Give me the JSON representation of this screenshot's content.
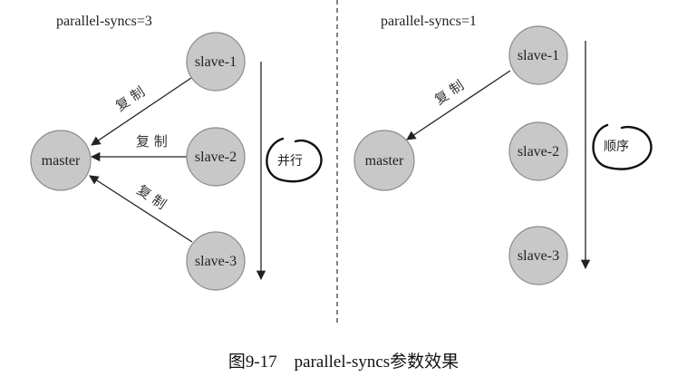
{
  "left_panel": {
    "heading": "parallel-syncs=3",
    "master_label": "master",
    "slave_labels": [
      "slave-1",
      "slave-2",
      "slave-3"
    ],
    "edge_labels": [
      "复 制",
      "复 制",
      "复 制"
    ],
    "mode_label": "并行"
  },
  "right_panel": {
    "heading": "parallel-syncs=1",
    "master_label": "master",
    "slave_labels": [
      "slave-1",
      "slave-2",
      "slave-3"
    ],
    "edge_labels": [
      "复 制"
    ],
    "mode_label": "顺序"
  },
  "caption": "图9-17    parallel-syncs参数效果",
  "colors": {
    "node_fill": "#c8c8c8",
    "node_stroke": "#8a8a8a",
    "line": "#222222"
  }
}
